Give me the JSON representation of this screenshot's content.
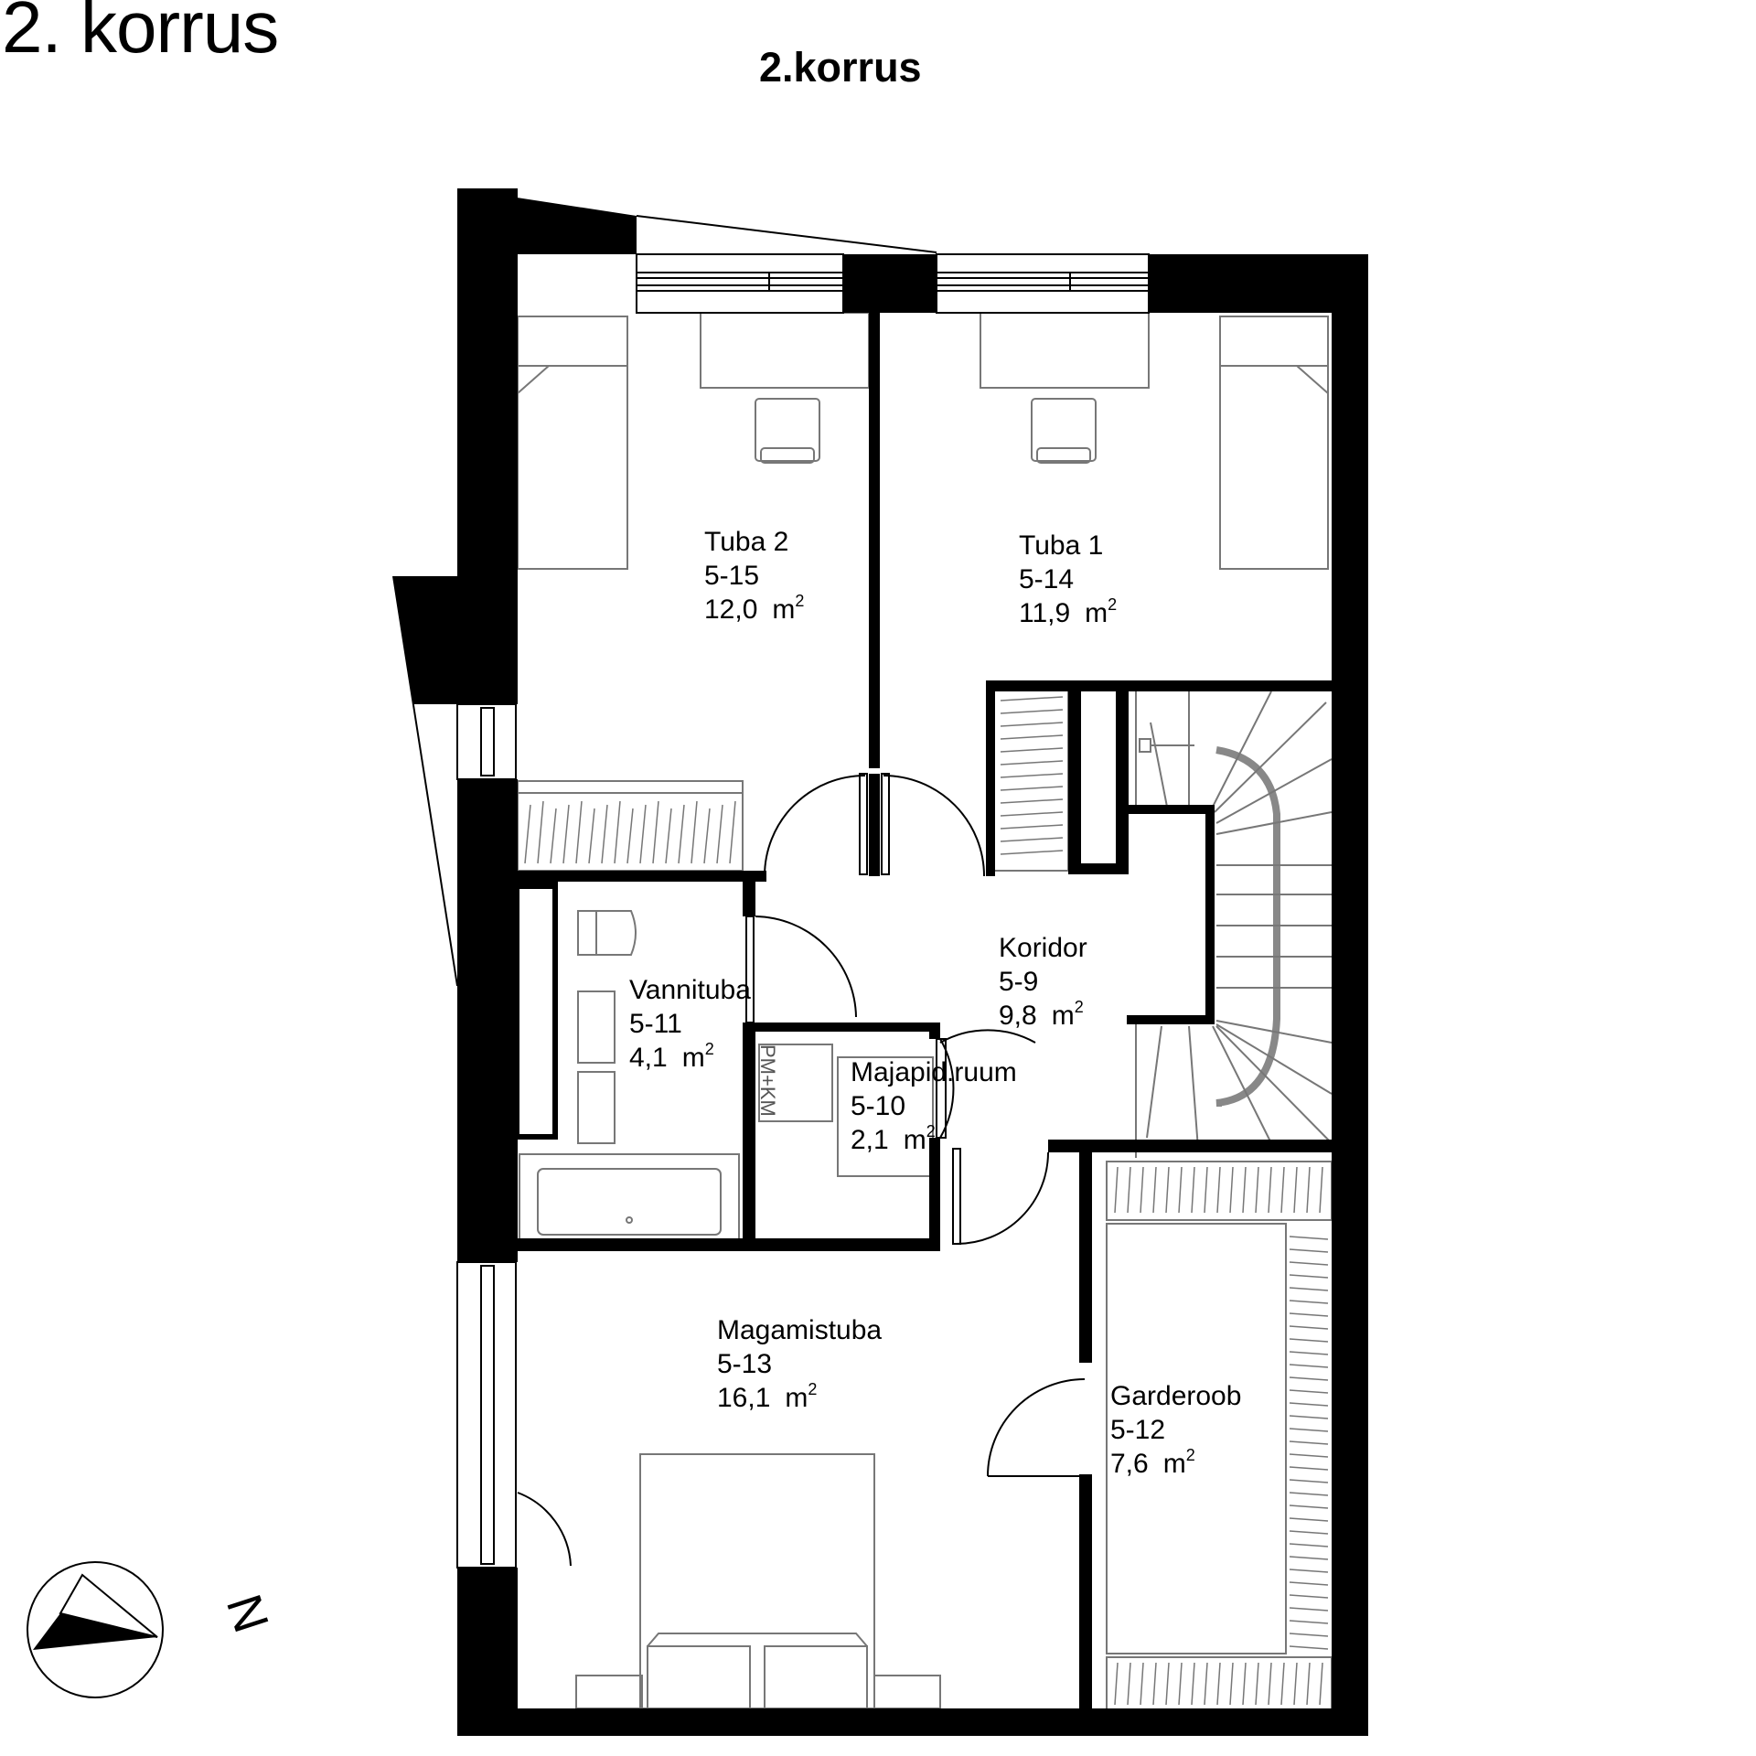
{
  "corner_title": "2. korrus",
  "plan_title": "2.korrus",
  "area_unit": "m",
  "area_exponent": "2",
  "utility_label": "PM+KM",
  "north_label": "N",
  "rooms": [
    {
      "id": "tuba-2",
      "name": "Tuba 2",
      "number": "5-15",
      "area": "12,0"
    },
    {
      "id": "tuba-1",
      "name": "Tuba 1",
      "number": "5-14",
      "area": "11,9"
    },
    {
      "id": "koridor",
      "name": "Koridor",
      "number": "5-9",
      "area": "9,8"
    },
    {
      "id": "vannituba",
      "name": "Vannituba",
      "number": "5-11",
      "area": "4,1"
    },
    {
      "id": "majapid-ruum",
      "name": "Majapid.ruum",
      "number": "5-10",
      "area": "2,1"
    },
    {
      "id": "magamistuba",
      "name": "Magamistuba",
      "number": "5-13",
      "area": "16,1"
    },
    {
      "id": "garderoob",
      "name": "Garderoob",
      "number": "5-12",
      "area": "7,6"
    }
  ],
  "colors": {
    "wall": "#000000",
    "furniture": "#777777",
    "background": "#ffffff"
  }
}
